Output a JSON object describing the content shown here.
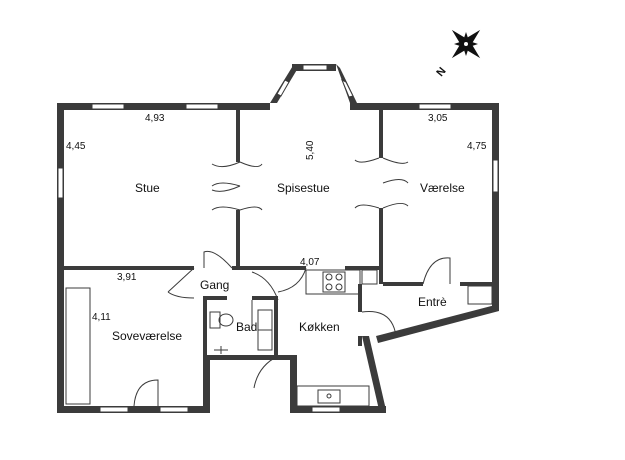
{
  "plan": {
    "rooms": {
      "stue": "Stue",
      "spisestue": "Spisestue",
      "vaerelse": "Værelse",
      "gang": "Gang",
      "bad": "Bad",
      "koekken": "Køkken",
      "sovevaerelse": "Soveværelse",
      "entre": "Entrè"
    },
    "dimensions": {
      "stue_width": "4,93",
      "stue_depth": "4,45",
      "spisestue_length": "5,40",
      "vaerelse_width": "3,05",
      "vaerelse_depth": "4,75",
      "mid_width": "4,07",
      "sove_width": "3,91",
      "sove_depth": "4,11"
    },
    "compass": {
      "north_label": "N"
    }
  }
}
